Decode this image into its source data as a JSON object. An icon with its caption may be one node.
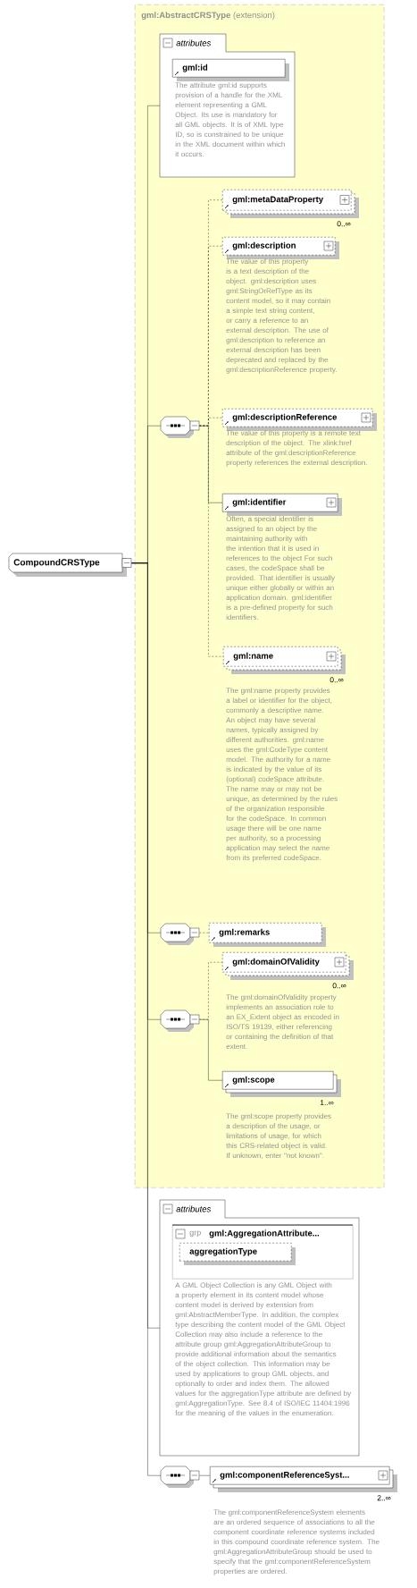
{
  "diagram": {
    "nodes": [
      {
        "text": [
          "CompoundCRSType"
        ]
      },
      {
        "text": [
          "**gml:AbstractCRSType** (extension)"
        ]
      },
      {
        "text": [
          "attributes"
        ],
        "in": 1
      },
      {
        "text": [
          "gml:id"
        ],
        "in": 2,
        "beside": [
          "The attribute gml:id supports provision of a handle for the XML element representing a GML Object. Its use is mandatory for all GML objects. It is of XML type ID, so is constrained to be unique in the XML document within which it occurs."
        ]
      },
      {
        "text": [],
        "shape": "octagon",
        "in": 1
      },
      {
        "text": [
          "gml:metaDataProperty"
        ],
        "in": 1,
        "beside": [
          "0..∞"
        ]
      },
      {
        "text": [
          "gml:description"
        ],
        "in": 1,
        "beside": [
          "The value of this property is a text description of the object. gml:description uses gml:StringOrRefType as its content model, so it may contain a simple text string content, or carry a reference to an external description. The use of gml:description to reference an external description has been deprecated and replaced by the gml:descriptionReference property."
        ]
      },
      {
        "text": [
          "gml:descriptionReference"
        ],
        "in": 1,
        "beside": [
          "The value of this property is a remote text description of the object. The xlink:href attribute of the gml:descriptionReference property references the external description."
        ]
      },
      {
        "text": [
          "gml:identifier"
        ],
        "in": 1,
        "beside": [
          "Often, a special identifier is assigned to an object by the maintaining authority with the intention that it is used in references to the object For such cases, the codeSpace shall be provided. That identifier is usually unique either globally or within an application domain. gml:identifier is a pre-defined property for such identifiers."
        ]
      },
      {
        "text": [
          "gml:name"
        ],
        "in": 1,
        "beside": [
          "0..∞",
          "The gml:name property provides a label or identifier for the object, commonly a descriptive name. An object may have several names, typically assigned by different authorities. gml:name uses the gml:CodeType content model. The authority for a name is indicated by the value of its (optional) codeSpace attribute. The name may or may not be unique, as determined by the rules of the organization responsible for the codeSpace. In common usage there will be one name per authority, so a processing application may select the name from its preferred codeSpace."
        ]
      },
      {
        "text": [],
        "shape": "octagon",
        "in": 1
      },
      {
        "text": [
          "gml:remarks"
        ],
        "in": 1
      },
      {
        "text": [],
        "shape": "octagon",
        "in": 1
      },
      {
        "text": [
          "gml:domainOfValidity"
        ],
        "in": 1,
        "beside": [
          "0..∞",
          "The gml:domainOfValidity property implements an association role to an EX_Extent object as encoded in ISO/TS 19139, either referencing or containing the definition of that extent."
        ]
      },
      {
        "text": [
          "gml:scope"
        ],
        "in": 1,
        "beside": [
          "1..∞",
          "The gml:scope property provides a description of the usage, or limitations of usage, for which this CRS-related object is valid. If unknown, enter \"not known\"."
        ]
      },
      {
        "text": [
          "attributes",
          "A GML Object Collection is any GML Object with a property element in its content model whose content model is derived by extension from gml:AbstractMemberType. In addition, the complex type describing the content model of the GML Object Collection may also include a reference to the attribute group gml:AggregationAttributeGroup to provide additional information about the semantics of the object collection. This information may be used by applications to group GML objects, and optionally to order and index them. The allowed values for the aggregationType attribute are defined by gml:AggregationType. See 8.4 of ISO/IEC 11404:1996 for the meaning of the values in the enumeration."
        ]
      },
      {
        "text": [
          "grp",
          "gml:AggregationAttribute..."
        ],
        "in": 15
      },
      {
        "text": [
          "aggregationType"
        ],
        "in": 16
      },
      {
        "text": [],
        "shape": "octagon"
      },
      {
        "text": [
          "gml:componentReferenceSyst..."
        ],
        "beside": [
          "2..∞",
          "The gml:componentReferenceSystem elements are an ordered sequence of associations to all the component coordinate reference systems included in this compound coordinate reference system. The gml:AggregationAttributeGroup should be used to specify that the gml:componentReferenceSystem properties are ordered."
        ]
      }
    ],
    "edges": [
      {
        "from": 0,
        "to": 2,
        "arrow": "none"
      },
      {
        "from": 0,
        "to": 4,
        "arrow": "none"
      },
      {
        "from": 0,
        "to": 10,
        "arrow": "none"
      },
      {
        "from": 0,
        "to": 12,
        "arrow": "none"
      },
      {
        "from": 0,
        "to": 15,
        "arrow": "none"
      },
      {
        "from": 0,
        "to": 18,
        "arrow": "none"
      },
      {
        "from": 4,
        "to": 5,
        "arrow": "none",
        "style": "dashed"
      },
      {
        "from": 4,
        "to": 6,
        "arrow": "none",
        "style": "dashed"
      },
      {
        "from": 4,
        "to": 7,
        "arrow": "none",
        "style": "dashed"
      },
      {
        "from": 4,
        "to": 8,
        "arrow": "none"
      },
      {
        "from": 4,
        "to": 9,
        "arrow": "none",
        "style": "dashed"
      },
      {
        "from": 10,
        "to": 11,
        "arrow": "none",
        "style": "dashed"
      },
      {
        "from": 12,
        "to": 13,
        "arrow": "none",
        "style": "dashed"
      },
      {
        "from": 12,
        "to": 14,
        "arrow": "none"
      },
      {
        "from": 18,
        "to": 19,
        "arrow": "none"
      }
    ]
  }
}
